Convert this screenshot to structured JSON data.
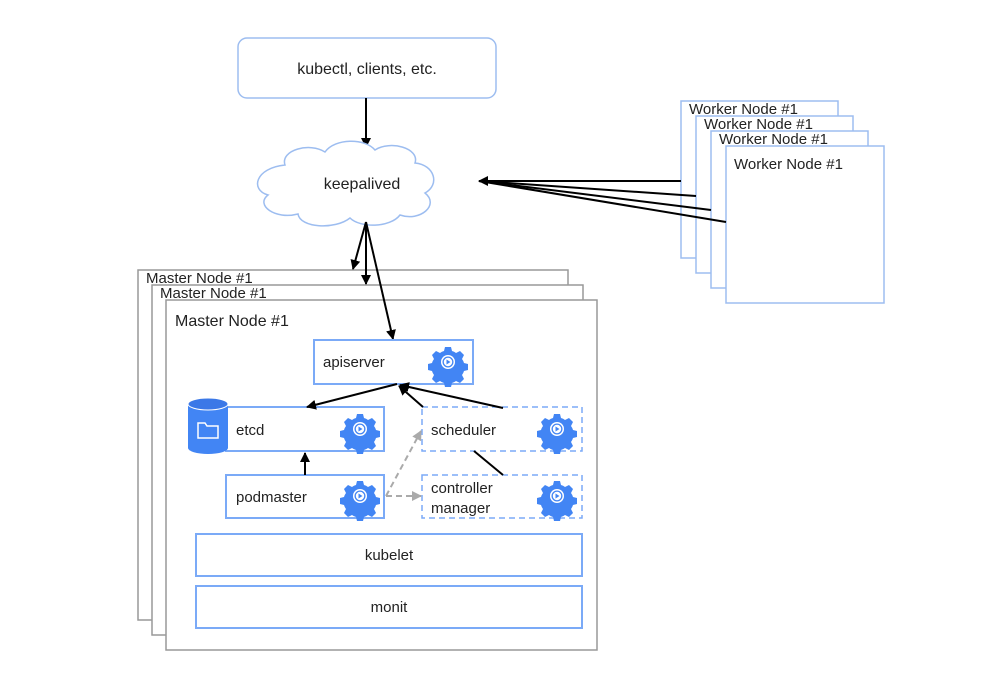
{
  "clients": {
    "label": "kubectl, clients, etc."
  },
  "load_balancer": {
    "label": "keepalived"
  },
  "worker_nodes": {
    "label": "Worker Node #1",
    "stack_count": 4
  },
  "master_nodes": {
    "label": "Master Node #1",
    "stack_count": 3
  },
  "components": {
    "apiserver": "apiserver",
    "etcd": "etcd",
    "scheduler": "scheduler",
    "podmaster": "podmaster",
    "controller_manager_line1": "controller",
    "controller_manager_line2": "manager",
    "kubelet": "kubelet",
    "monit": "monit"
  },
  "colors": {
    "accent": "#4285f4",
    "box_border": "#7baaf7",
    "node_border": "#999999",
    "cloud_border": "#9dbdf0",
    "dashed_arrow": "#aaaaaa"
  },
  "icons": {
    "service": "gear-play-icon",
    "database": "database-folder-icon"
  }
}
